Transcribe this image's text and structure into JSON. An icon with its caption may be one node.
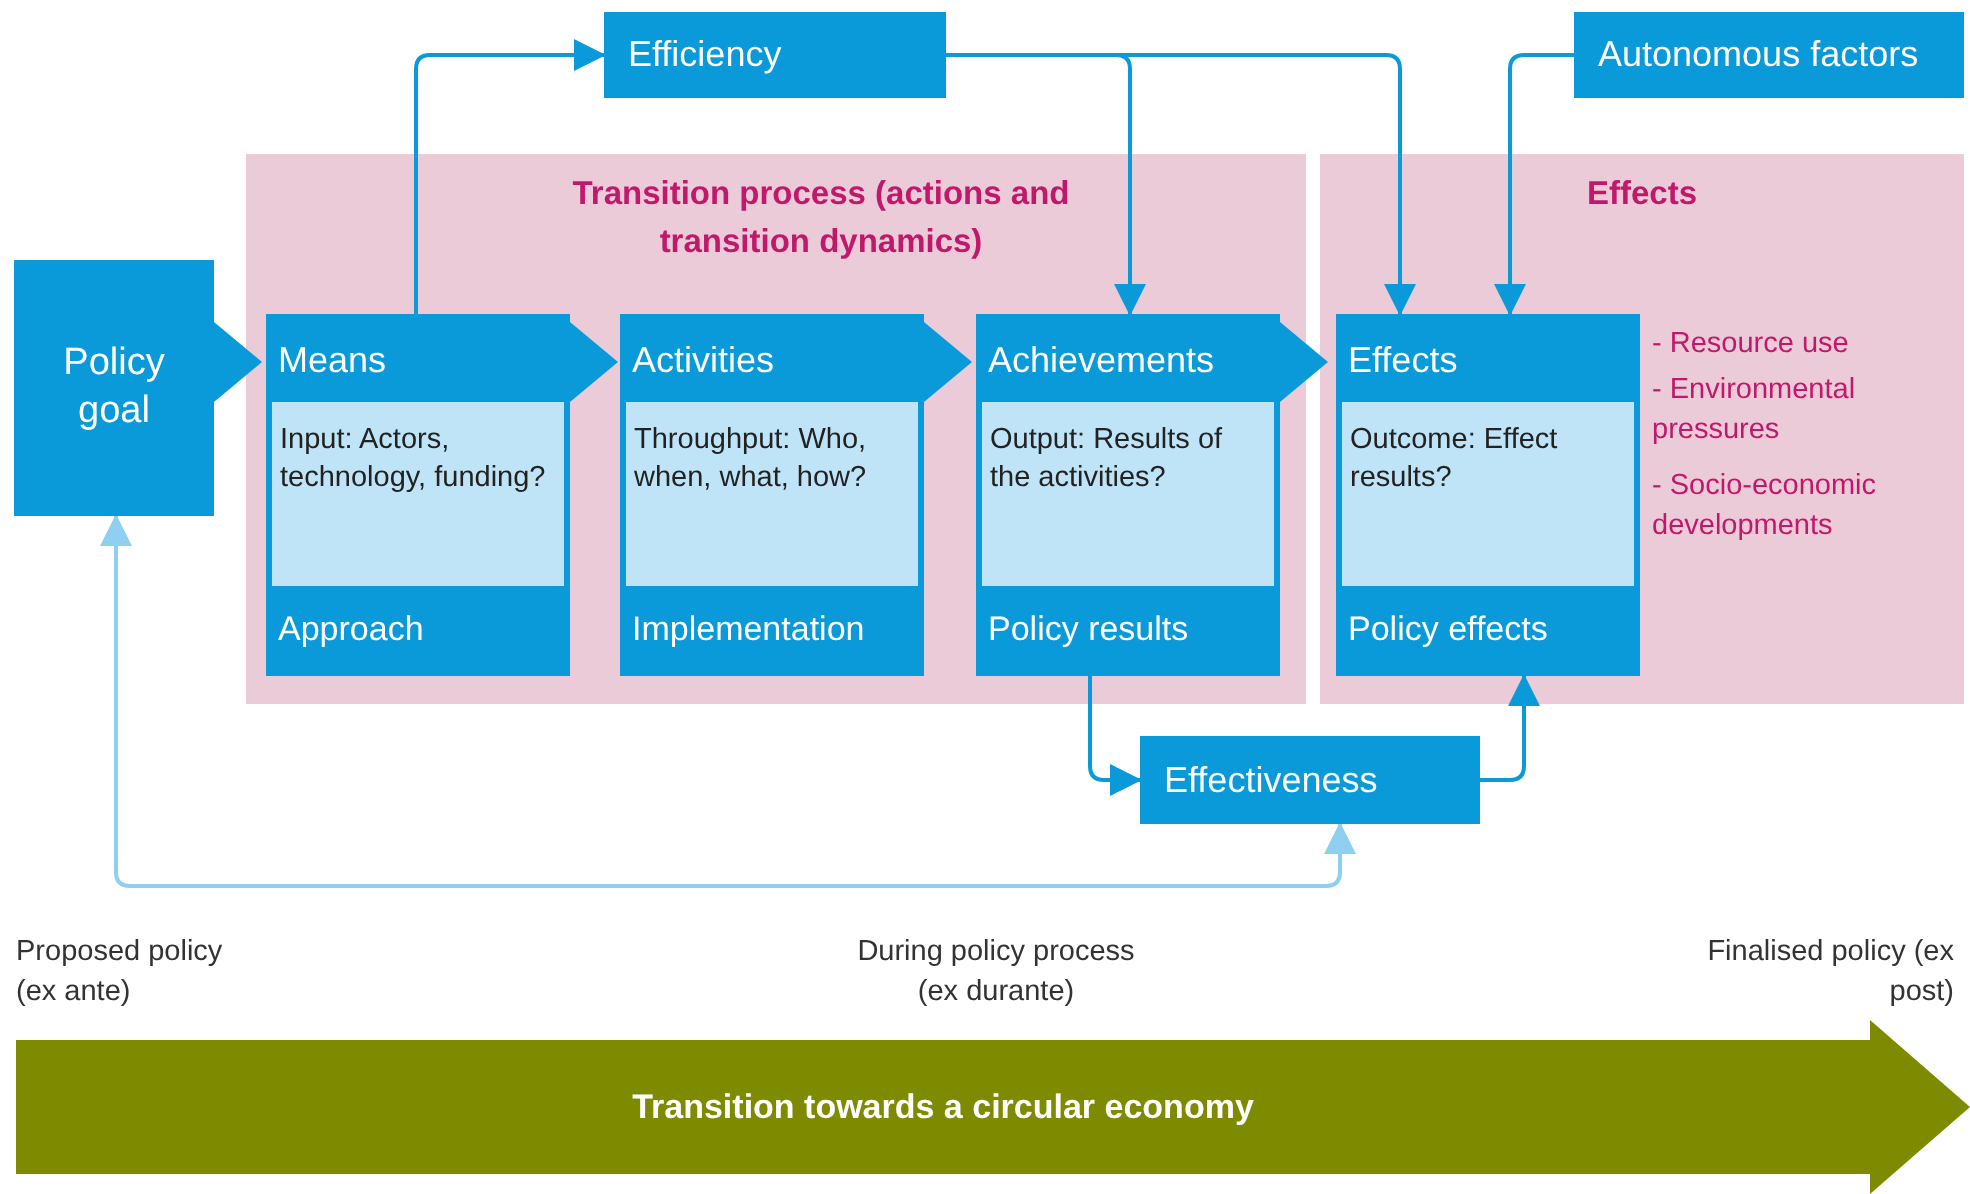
{
  "diagram": {
    "nodes": [
      {
        "text": [
          "Transition process (actions and transition dynamics)"
        ]
      },
      {
        "text": [
          "Effects"
        ]
      },
      {
        "text": [
          "Policy goal"
        ]
      },
      {
        "text": [
          "Means",
          "Input: Actors, technology, funding?",
          "Approach"
        ],
        "in": 0
      },
      {
        "text": [
          "Activities",
          "Throughput: Who, when, what, how?",
          "Implementation"
        ],
        "in": 0
      },
      {
        "text": [
          "Achievements",
          "Output: Results of the activities?",
          "Policy results"
        ],
        "in": 0
      },
      {
        "text": [
          "Effects",
          "Outcome: Effect results?",
          "Policy effects"
        ],
        "in": 1,
        "beside": [
          "- Resource use",
          "- Environmental pressures",
          "- Socio-economic developments"
        ]
      },
      {
        "text": [
          "Efficiency"
        ]
      },
      {
        "text": [
          "Autonomous factors"
        ]
      },
      {
        "text": [
          "Effectiveness"
        ]
      },
      {
        "text": [
          "Transition towards a circular economy"
        ],
        "beside": [
          "Proposed policy (ex ante)",
          "During policy process (ex durante)",
          "Finalised policy (ex post)"
        ]
      }
    ],
    "edges": [
      {
        "from": 2,
        "to": 3,
        "arrow": "to"
      },
      {
        "from": 3,
        "to": 4,
        "arrow": "to"
      },
      {
        "from": 4,
        "to": 5,
        "arrow": "to"
      },
      {
        "from": 5,
        "to": 6,
        "arrow": "to"
      },
      {
        "from": 3,
        "to": 7,
        "arrow": "to"
      },
      {
        "from": 7,
        "to": 5,
        "arrow": "to"
      },
      {
        "from": 7,
        "to": 6,
        "arrow": "to"
      },
      {
        "from": 8,
        "to": 6,
        "arrow": "to"
      },
      {
        "from": 5,
        "to": 9,
        "arrow": "to"
      },
      {
        "from": 9,
        "to": 6,
        "arrow": "to"
      },
      {
        "from": 9,
        "to": 2,
        "arrow": "both",
        "color": "#8fd0f0"
      }
    ]
  }
}
